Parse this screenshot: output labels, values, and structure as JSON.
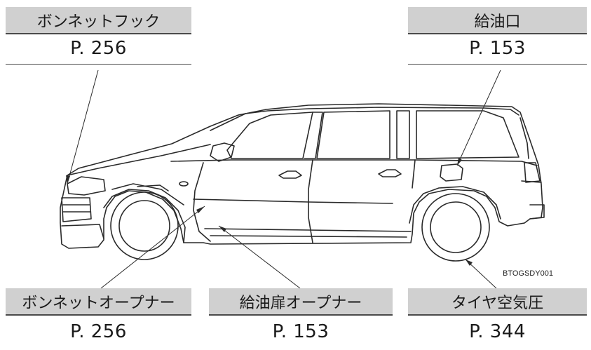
{
  "callouts": {
    "hood_hook": {
      "label": "ボンネットフック",
      "page": "P. 256"
    },
    "fuel_filler": {
      "label": "給油口",
      "page": "P. 153"
    },
    "hood_opener": {
      "label": "ボンネットオープナー",
      "page": "P. 256"
    },
    "fuel_door_opener": {
      "label": "給油扉オープナー",
      "page": "P. 153"
    },
    "tire_pressure": {
      "label": "タイヤ空気圧",
      "page": "P. 344"
    }
  },
  "figure_code": "BTOGSDY001",
  "colors": {
    "label_bg": "#d0d0d0",
    "line": "#2a2a2a"
  }
}
